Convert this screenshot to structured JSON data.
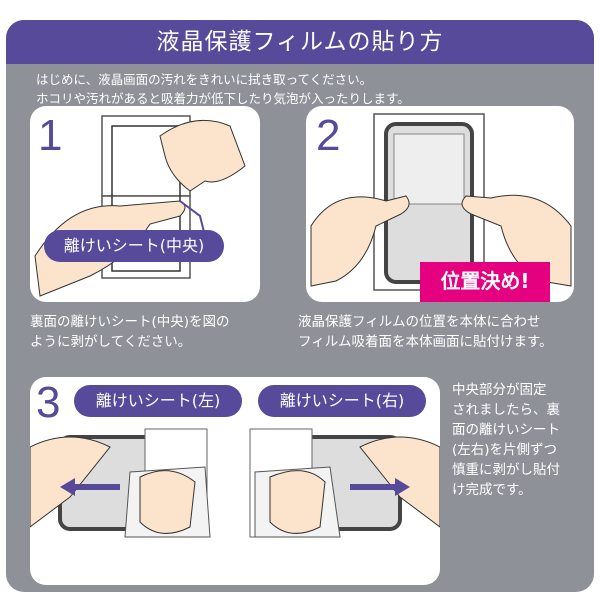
{
  "title": "液晶保護フィルムの貼り方",
  "intro": [
    "はじめに、液晶画面の汚れをきれいに拭き取ってください。",
    "ホコリや汚れがあると吸着力が低下したり気泡が入ったりします。"
  ],
  "steps": [
    {
      "number": "1",
      "label": "離けいシート(中央)",
      "desc": [
        "裏面の離けいシート(中央)を図の",
        "ように剥がしてください。"
      ]
    },
    {
      "number": "2",
      "badge": "位置決め!",
      "desc": [
        "液晶保護フィルムの位置を本体に合わせ",
        "フィルム吸着面を本体画面に貼付けます。"
      ]
    },
    {
      "number": "3",
      "label_left": "離けいシート(左)",
      "label_right": "離けいシート(右)",
      "desc": [
        "中央部分が固定",
        "されましたら、裏",
        "面の離けいシート",
        "(左右)を片側ずつ",
        "慎重に剥がし貼付",
        "け完成です。"
      ]
    }
  ],
  "colors": {
    "accent": "#574a9b",
    "badge": "#e4007f",
    "panel": "#8f9199",
    "skin": "#fbe3cc"
  }
}
